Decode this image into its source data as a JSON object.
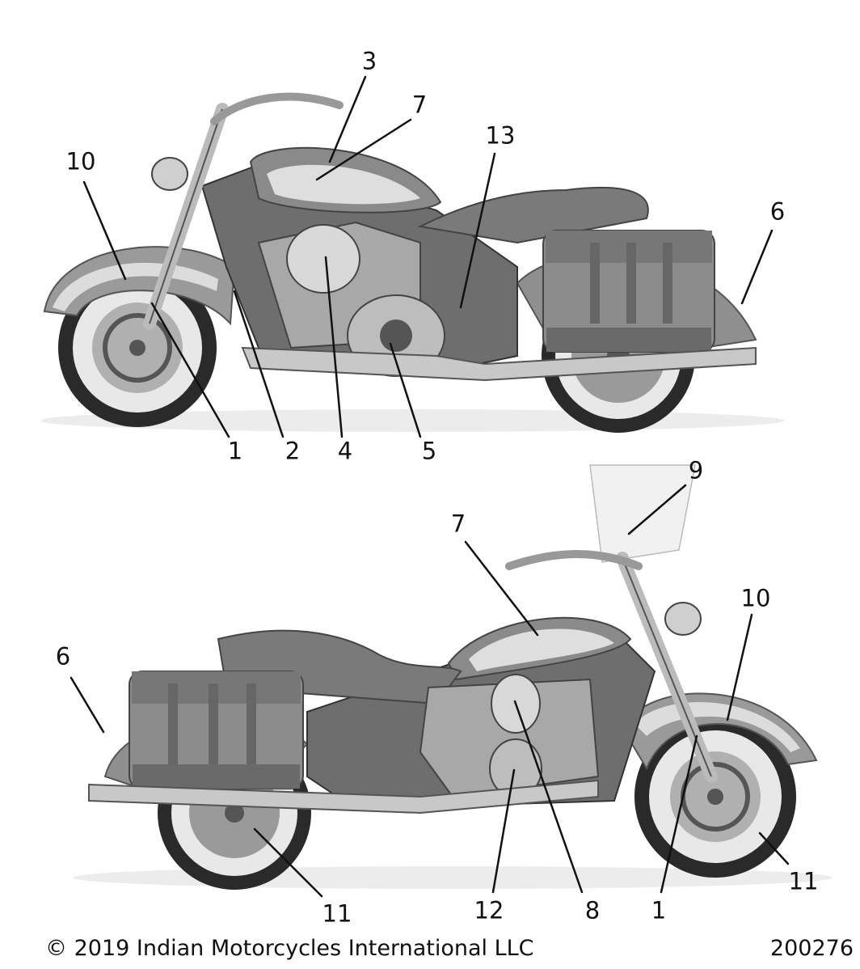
{
  "callouts_top": [
    "10",
    "3",
    "7",
    "13",
    "6",
    "1",
    "2",
    "4",
    "5"
  ],
  "callouts_bottom": [
    "9",
    "7",
    "10",
    "6",
    "11",
    "12",
    "8",
    "1",
    "11"
  ],
  "footer": {
    "copyright": "© 2019 Indian Motorcycles International LLC",
    "doc_number": "200276"
  },
  "colors": {
    "ink": "#111111",
    "body_gray": "#8a8a8a",
    "light_gray": "#d0d0d0",
    "chrome": "#c8c8c8",
    "tire": "#2a2a2a"
  }
}
